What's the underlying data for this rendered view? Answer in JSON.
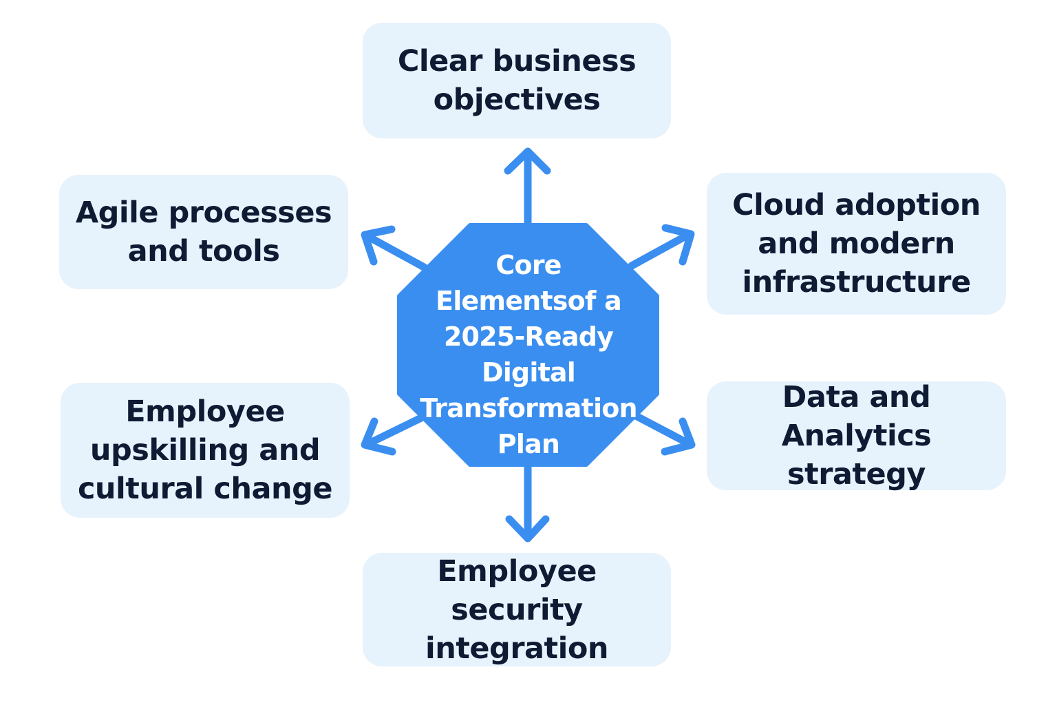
{
  "center": {
    "lines": [
      "Core",
      "Elementsof a",
      "2025-Ready",
      "Digital",
      "Transformation",
      "Plan"
    ]
  },
  "boxes": {
    "top": {
      "lines": [
        "Clear business",
        "objectives"
      ]
    },
    "top_left": {
      "lines": [
        "Agile processes",
        "and tools"
      ]
    },
    "top_right": {
      "lines": [
        "Cloud adoption",
        "and modern",
        "infrastructure"
      ]
    },
    "bottom_left": {
      "lines": [
        "Employee",
        "upskilling and",
        "cultural change"
      ]
    },
    "bottom_right": {
      "lines": [
        "Data and",
        "Analytics strategy"
      ]
    },
    "bottom": {
      "lines": [
        "Employee security",
        "integration"
      ]
    }
  },
  "colors": {
    "accent": "#3a8ef0",
    "box_fill": "#e6f3fd",
    "box_text": "#0f1a33",
    "center_text": "#ffffff"
  }
}
